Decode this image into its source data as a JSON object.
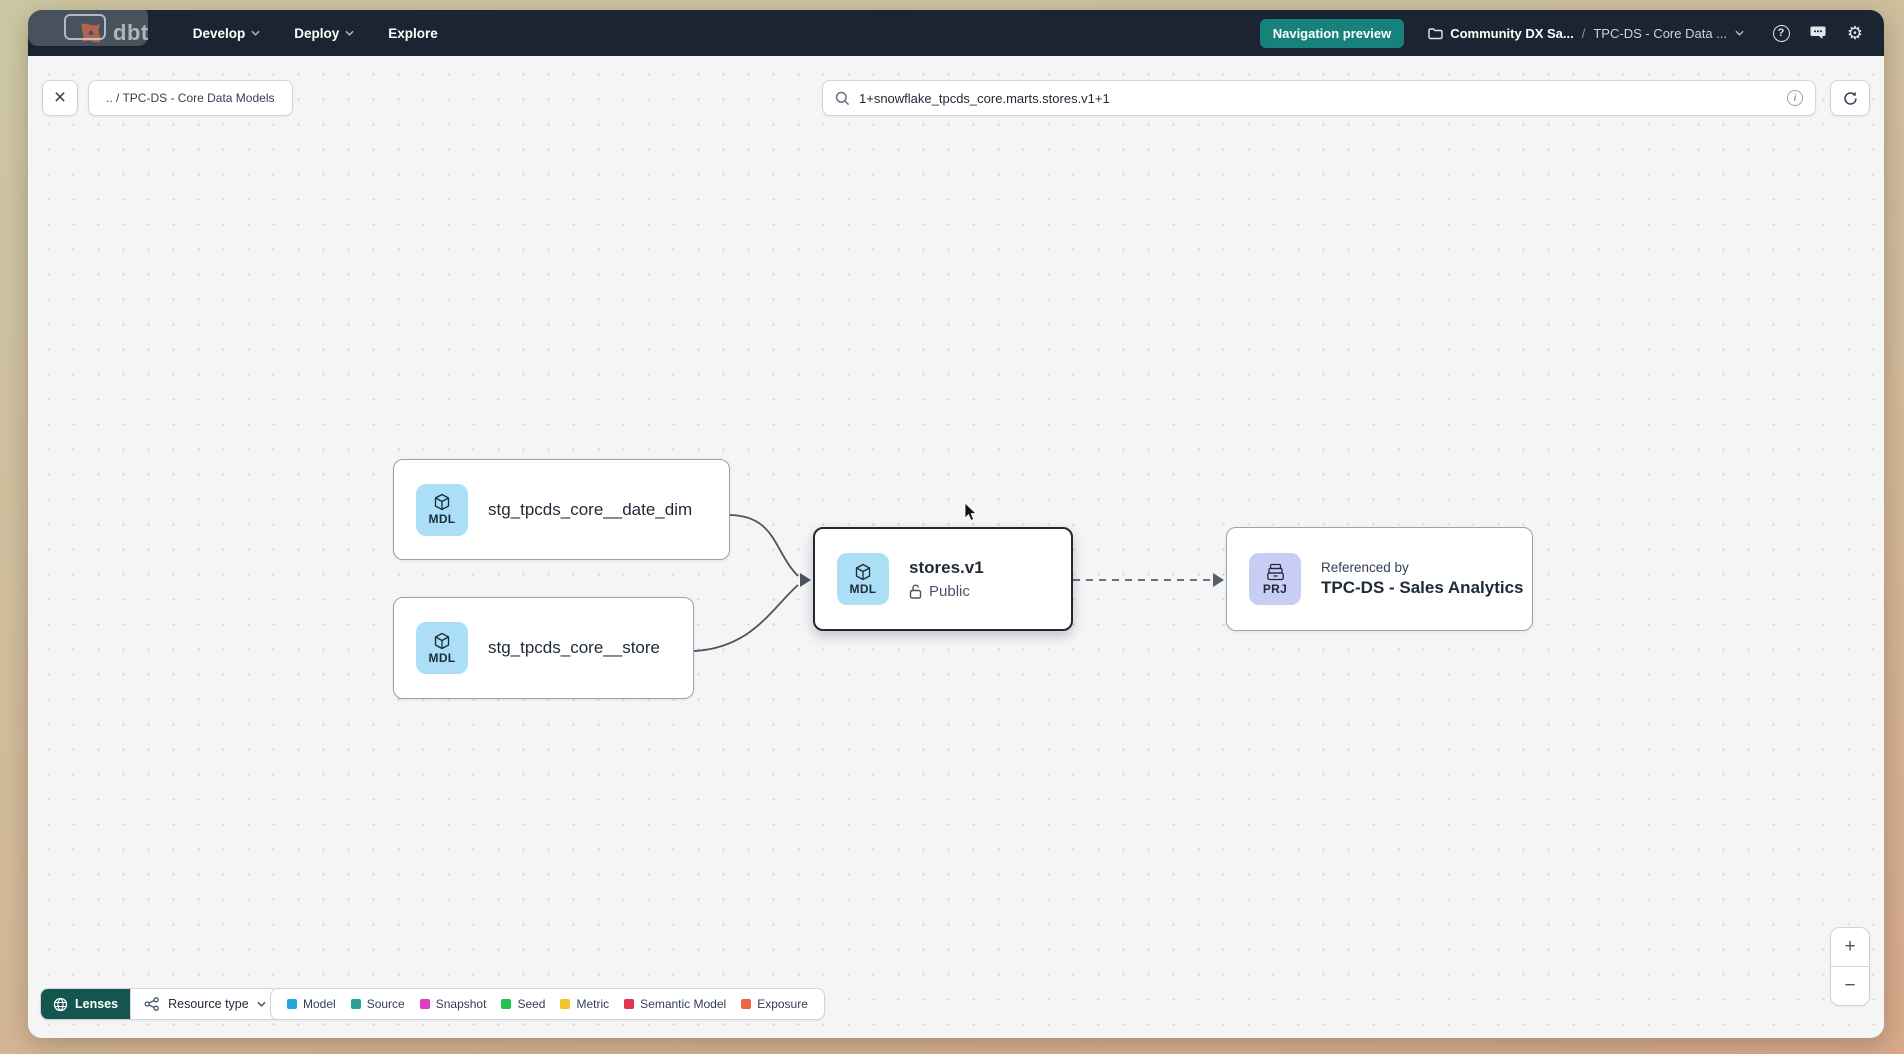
{
  "nav": {
    "brand": "dbt",
    "menu_develop": "Develop",
    "menu_deploy": "Deploy",
    "menu_explore": "Explore",
    "preview_badge": "Navigation preview",
    "project_name": "Community DX Sa...",
    "path_separator": "/",
    "section_name": "TPC-DS - Core Data ...",
    "help_glyph": "?",
    "settings_glyph": "⚙"
  },
  "toolbar": {
    "close_glyph": "×",
    "breadcrumb": ".. / TPC-DS - Core Data Models",
    "search_value": "1+snowflake_tpcds_core.marts.stores.v1+1",
    "info_glyph": "i"
  },
  "graph": {
    "nodes": {
      "date_dim": {
        "badge": "MDL",
        "label": "stg_tpcds_core__date_dim"
      },
      "store": {
        "badge": "MDL",
        "label": "stg_tpcds_core__store"
      },
      "stores_v1": {
        "badge": "MDL",
        "label": "stores.v1",
        "access": "Public"
      },
      "sales_analytics": {
        "badge": "PRJ",
        "kicker": "Referenced by",
        "label": "TPC-DS - Sales Analytics"
      }
    }
  },
  "footer": {
    "lenses_label": "Lenses",
    "resource_type_label": "Resource type",
    "legend": [
      {
        "label": "Model",
        "color": "#29a3e2"
      },
      {
        "label": "Source",
        "color": "#2f9e9b"
      },
      {
        "label": "Snapshot",
        "color": "#e23cc0"
      },
      {
        "label": "Seed",
        "color": "#22c24e"
      },
      {
        "label": "Metric",
        "color": "#f0c32f"
      },
      {
        "label": "Semantic Model",
        "color": "#e63350"
      },
      {
        "label": "Exposure",
        "color": "#ee6742"
      }
    ]
  },
  "zoom_controls": {
    "zoom_in": "+",
    "zoom_out": "−"
  },
  "colors": {
    "nav_bg": "#1a2531",
    "accent_teal": "#17817b",
    "brand_orange": "#ff4f20",
    "model_icon_bg": "#aadff7",
    "project_icon_bg": "#c7cdf4",
    "selected_border": "#1f2a37"
  }
}
